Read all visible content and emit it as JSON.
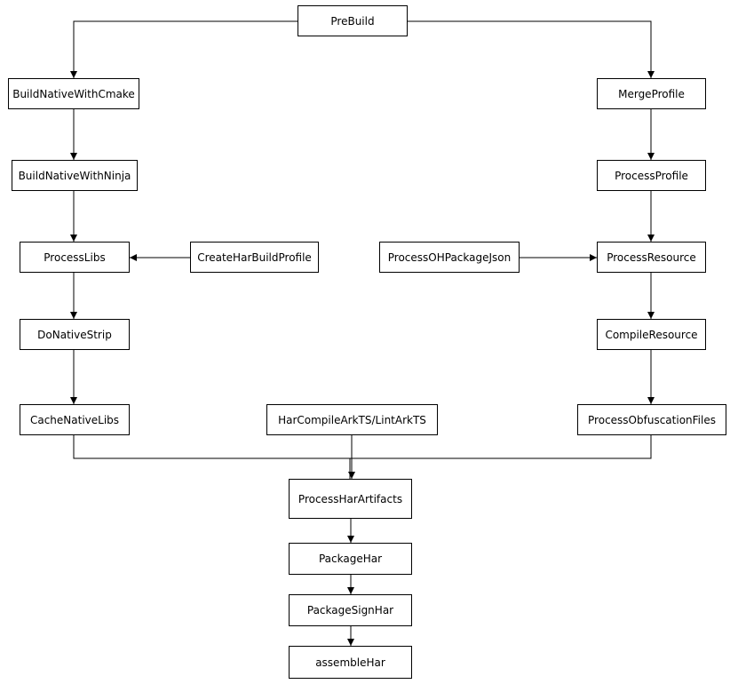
{
  "nodes": {
    "prebuild": "PreBuild",
    "build_native_with_cmake": "BuildNativeWithCmake",
    "merge_profile": "MergeProfile",
    "build_native_with_ninja": "BuildNativeWithNinja",
    "process_profile": "ProcessProfile",
    "process_libs": "ProcessLibs",
    "create_har_build_profile": "CreateHarBuildProfile",
    "process_oh_package_json": "ProcessOHPackageJson",
    "process_resource": "ProcessResource",
    "do_native_strip": "DoNativeStrip",
    "compile_resource": "CompileResource",
    "cache_native_libs": "CacheNativeLibs",
    "har_compile_arkts": "HarCompileArkTS/LintArkTS",
    "process_obfuscation_files": "ProcessObfuscationFiles",
    "process_har_artifacts": "ProcessHarArtifacts",
    "package_har": "PackageHar",
    "package_sign_har": "PackageSignHar",
    "assemble_har": "assembleHar"
  },
  "colors": {
    "line": "#000000",
    "box_border": "#000000",
    "background": "#ffffff"
  }
}
